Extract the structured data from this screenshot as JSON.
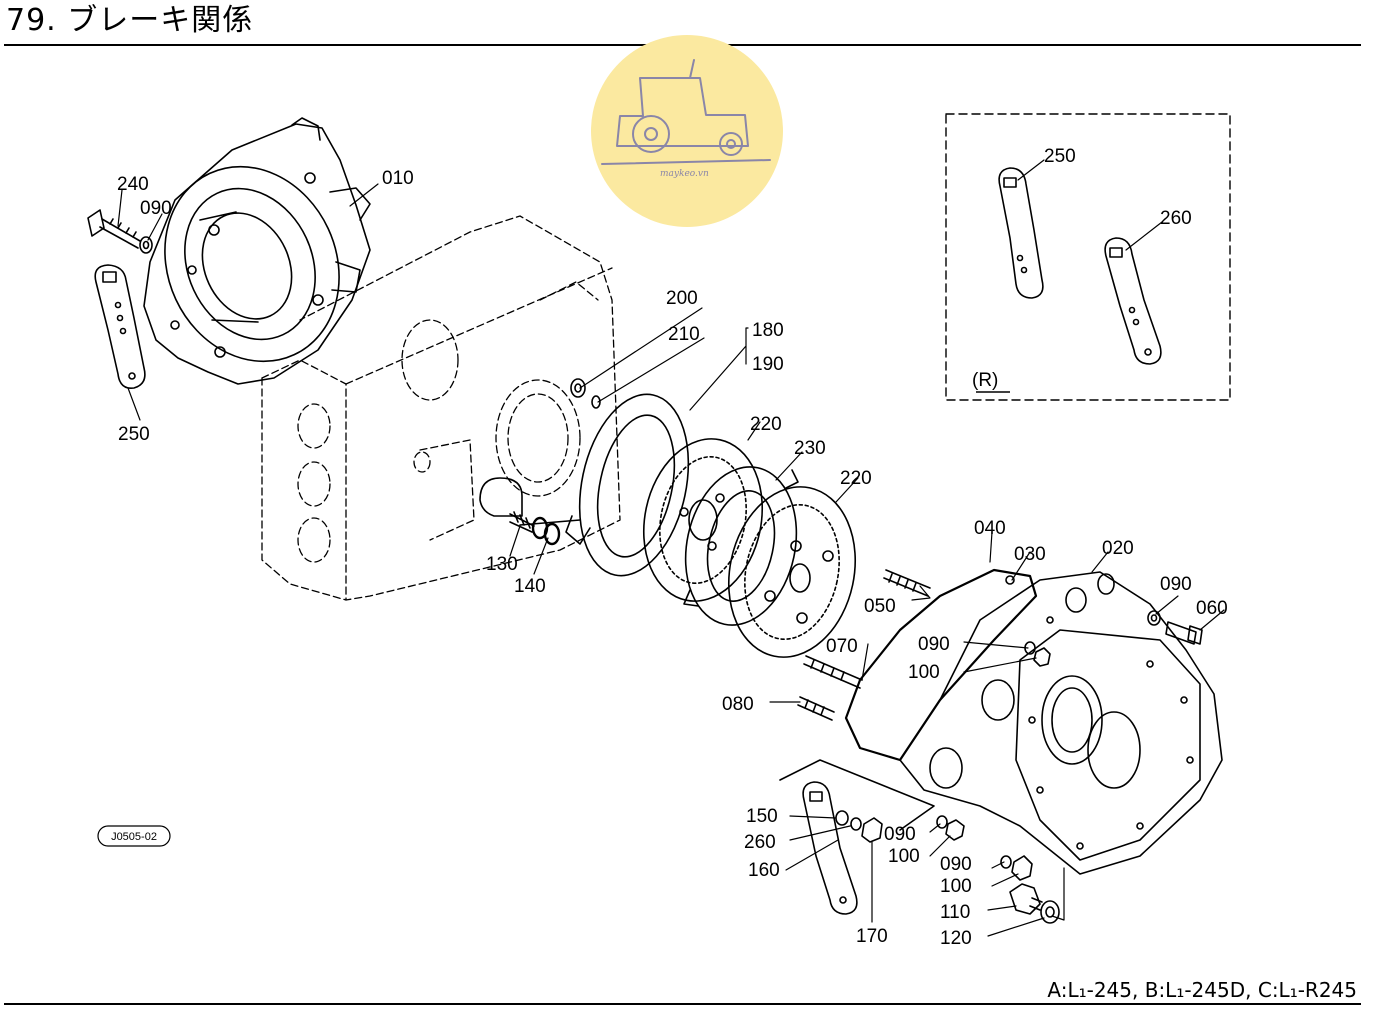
{
  "title": "79. ブレーキ関係",
  "footer": "A:L₁-245, B:L₁-245D, C:L₁-R245",
  "drawing_code": "J0505-02",
  "watermark": "maykeo.vn",
  "inset_label": "(R)",
  "callouts": {
    "p010": "010",
    "p020": "020",
    "p030": "030",
    "p040": "040",
    "p050": "050",
    "p060": "060",
    "p070": "070",
    "p080": "080",
    "p090a": "090",
    "p090b": "090",
    "p090c": "090",
    "p090d": "090",
    "p090e": "090",
    "p100a": "100",
    "p100b": "100",
    "p100c": "100",
    "p110": "110",
    "p120": "120",
    "p130": "130",
    "p140": "140",
    "p150": "150",
    "p160": "160",
    "p170": "170",
    "p180": "180",
    "p190": "190",
    "p200": "200",
    "p210": "210",
    "p220a": "220",
    "p220b": "220",
    "p230": "230",
    "p240": "240",
    "p250a": "250",
    "p250b": "250",
    "p260a": "260",
    "p260b": "260"
  },
  "colors": {
    "line": "#000000",
    "watermark_bg": "#fbe9a0",
    "watermark_ink": "#8a86a8"
  }
}
